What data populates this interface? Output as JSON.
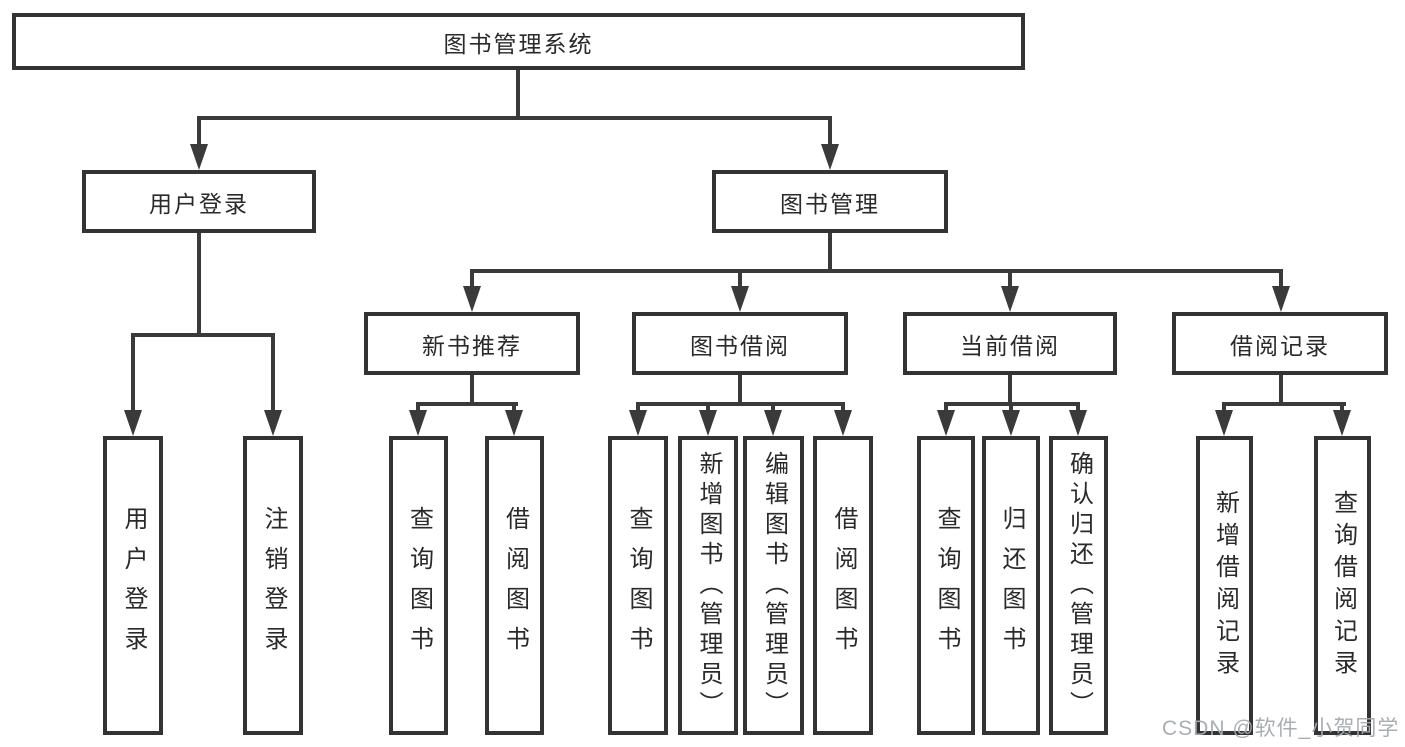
{
  "diagram": {
    "title": "图书管理系统",
    "root": {
      "label": "图书管理系统"
    },
    "level2": {
      "user_login": {
        "label": "用户登录"
      },
      "book_management": {
        "label": "图书管理"
      }
    },
    "level3": {
      "new_book": {
        "label": "新书推荐"
      },
      "book_borrow": {
        "label": "图书借阅"
      },
      "current_borrow": {
        "label": "当前借阅"
      },
      "borrow_records": {
        "label": "借阅记录"
      }
    },
    "leaves": {
      "user_login": [
        "用户登录",
        "注销登录"
      ],
      "new_book": [
        "查询图书",
        "借阅图书"
      ],
      "book_borrow": [
        "查询图书",
        "新增图书（管理员）",
        "编辑图书（管理员）",
        "借阅图书"
      ],
      "current_borrow": [
        "查询图书",
        "归还图书",
        "确认归还（管理员）"
      ],
      "borrow_records": [
        "新增借阅记录",
        "查询借阅记录"
      ]
    }
  },
  "watermark": "CSDN @软件_小贺同学",
  "colors": {
    "line": "#3a3a3a",
    "text": "#2a2a2a",
    "watermark": "#a5a9ad",
    "background": "#ffffff"
  }
}
